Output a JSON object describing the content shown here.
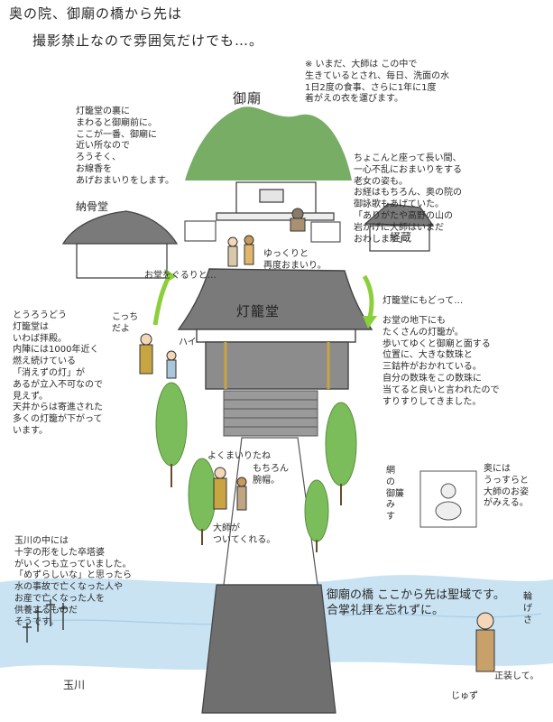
{
  "header": {
    "line1": "奥の院、御廟の橋から先は",
    "line2": "撮影禁止なので雰囲気だけでも…。"
  },
  "labels": {
    "gobyo": "御廟",
    "noukotsudo": "納骨堂",
    "kyozo": "経蔵",
    "torodo": "灯籠堂",
    "tamagawa": "玉川"
  },
  "notes": {
    "daishi": "※ いまだ、大師は この中で\n生きているとされ、毎日、洗面の水\n1日2度の食事、さらに1年に1度\n着がえの衣を運びます。",
    "torodo_back": "灯籠堂の裏に\nまわると御廟前に。\nここが一番、御廟に\n近い所なので\nろうそく、\nお線香を\nあげおまいりをします。",
    "old_woman": "ちょこんと座って長い間、\n一心不乱におまいりをする\n老女の姿も。\nお経はもちろん、奥の院の\n御詠歌もあげていた。\n「ありがたや高野の山の\n岩かげに大師はいまだ\nおわします」",
    "again": "ゆっくりと\n再度おまいり。",
    "around": "お堂をぐるりと…",
    "back_to_torodo": "灯籠堂にもどって…",
    "basement": "お堂の地下にも\nたくさんの灯籠が。\n歩いてゆくと御廟と面する\n位置に、大きな数珠と\n三鈷杵がおかれている。\n自分の数珠をこの数珠に\n当てると良いと言われたので\nすりすりしてきました。",
    "okunaka": "奥には\nうっすらと\n大師のお姿\nがみえる。",
    "ami": "網\nの\n御簾\nみ\nす",
    "torodo_info": "とうろうどう\n灯籠堂は\nいわば拝殿。\n内陣には1000年近く\n燃え続けている\n「消えずの灯」が\nあるが立入不可なので\n見えず。\n天井からは寄進された\n多くの灯籠が下がって\nいます。",
    "kocchi": "こっち\nだよ",
    "hai": "ハイ",
    "yoku_mairi": "よくまいりたね",
    "mochiron": "もちろん\n腕帽。",
    "daishi_follow": "大師が\nついてくれる。",
    "sotoba": "玉川の中には\n十字の形をした卒塔婆\nがいくつも立っていました。\n「めずらしいな」と思ったら\n水の事故で亡くなった人や\nお産で亡くなった人を\n供養するものだ\nそうです。",
    "bridge": "御廟の橋 ここから先は聖域です。\n合掌礼拝を忘れずに。",
    "wagesa": "輪\nげ\nさ",
    "seiso": "正装して。",
    "juzu": "じゅず"
  },
  "colors": {
    "mountain": "#77ad64",
    "tree": "#7bbd5a",
    "roof": "#7a7a7a",
    "water": "#c9e3f3",
    "arrow": "#8bcf3a"
  },
  "icons": [
    "leaf-arrow-icon",
    "stroller-icon"
  ]
}
